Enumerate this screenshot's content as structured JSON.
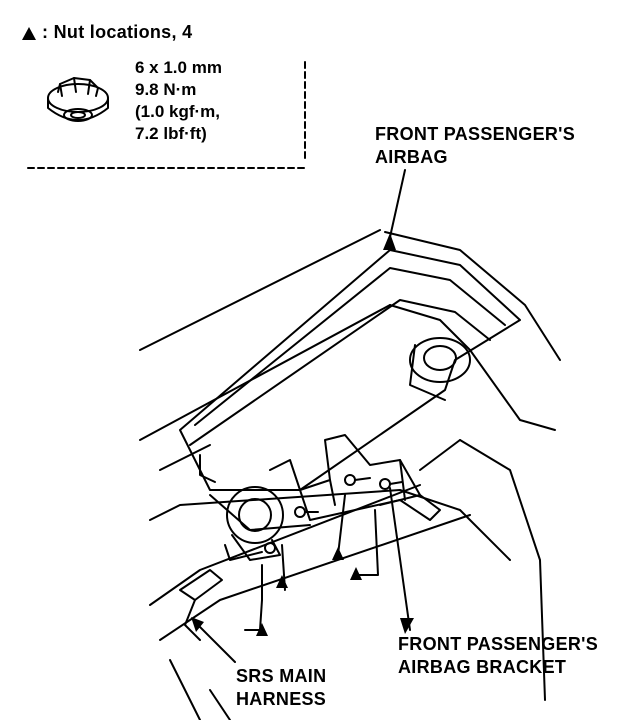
{
  "legend": {
    "marker": "▲",
    "text": ": Nut locations, 4",
    "spec_lines": [
      "6 x 1.0 mm",
      "9.8 N·m",
      "(1.0 kgf·m,",
      "7.2 lbf·ft)"
    ]
  },
  "callouts": {
    "airbag": [
      "FRONT PASSENGER'S",
      "AIRBAG"
    ],
    "bracket": [
      "FRONT PASSENGER'S",
      "AIRBAG BRACKET"
    ],
    "harness": [
      "SRS MAIN",
      "HARNESS"
    ]
  },
  "colors": {
    "ink": "#000000",
    "paper": "#ffffff"
  },
  "icons": [
    "triangle-nut-marker-icon",
    "flange-nut-icon"
  ]
}
